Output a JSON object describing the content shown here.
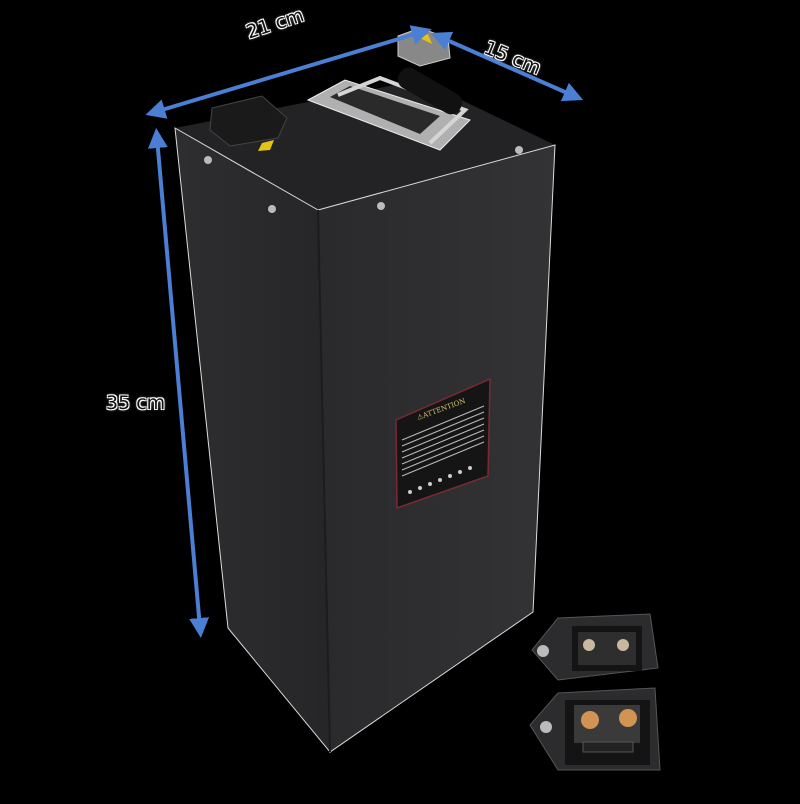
{
  "image": {
    "subject": "black rectangular battery pack with handle and connectors",
    "background_color": "#000000"
  },
  "dimensions": {
    "width_label": "21 cm",
    "depth_label": "15 cm",
    "height_label": "35 cm",
    "arrow_color": "#4a7fd4"
  },
  "box": {
    "face_color": "#2b2b2d",
    "side_color": "#323234",
    "top_color": "#262628"
  },
  "label_sticker": {
    "title": "⚠ATTENTION"
  },
  "connectors": {
    "count": 2
  }
}
